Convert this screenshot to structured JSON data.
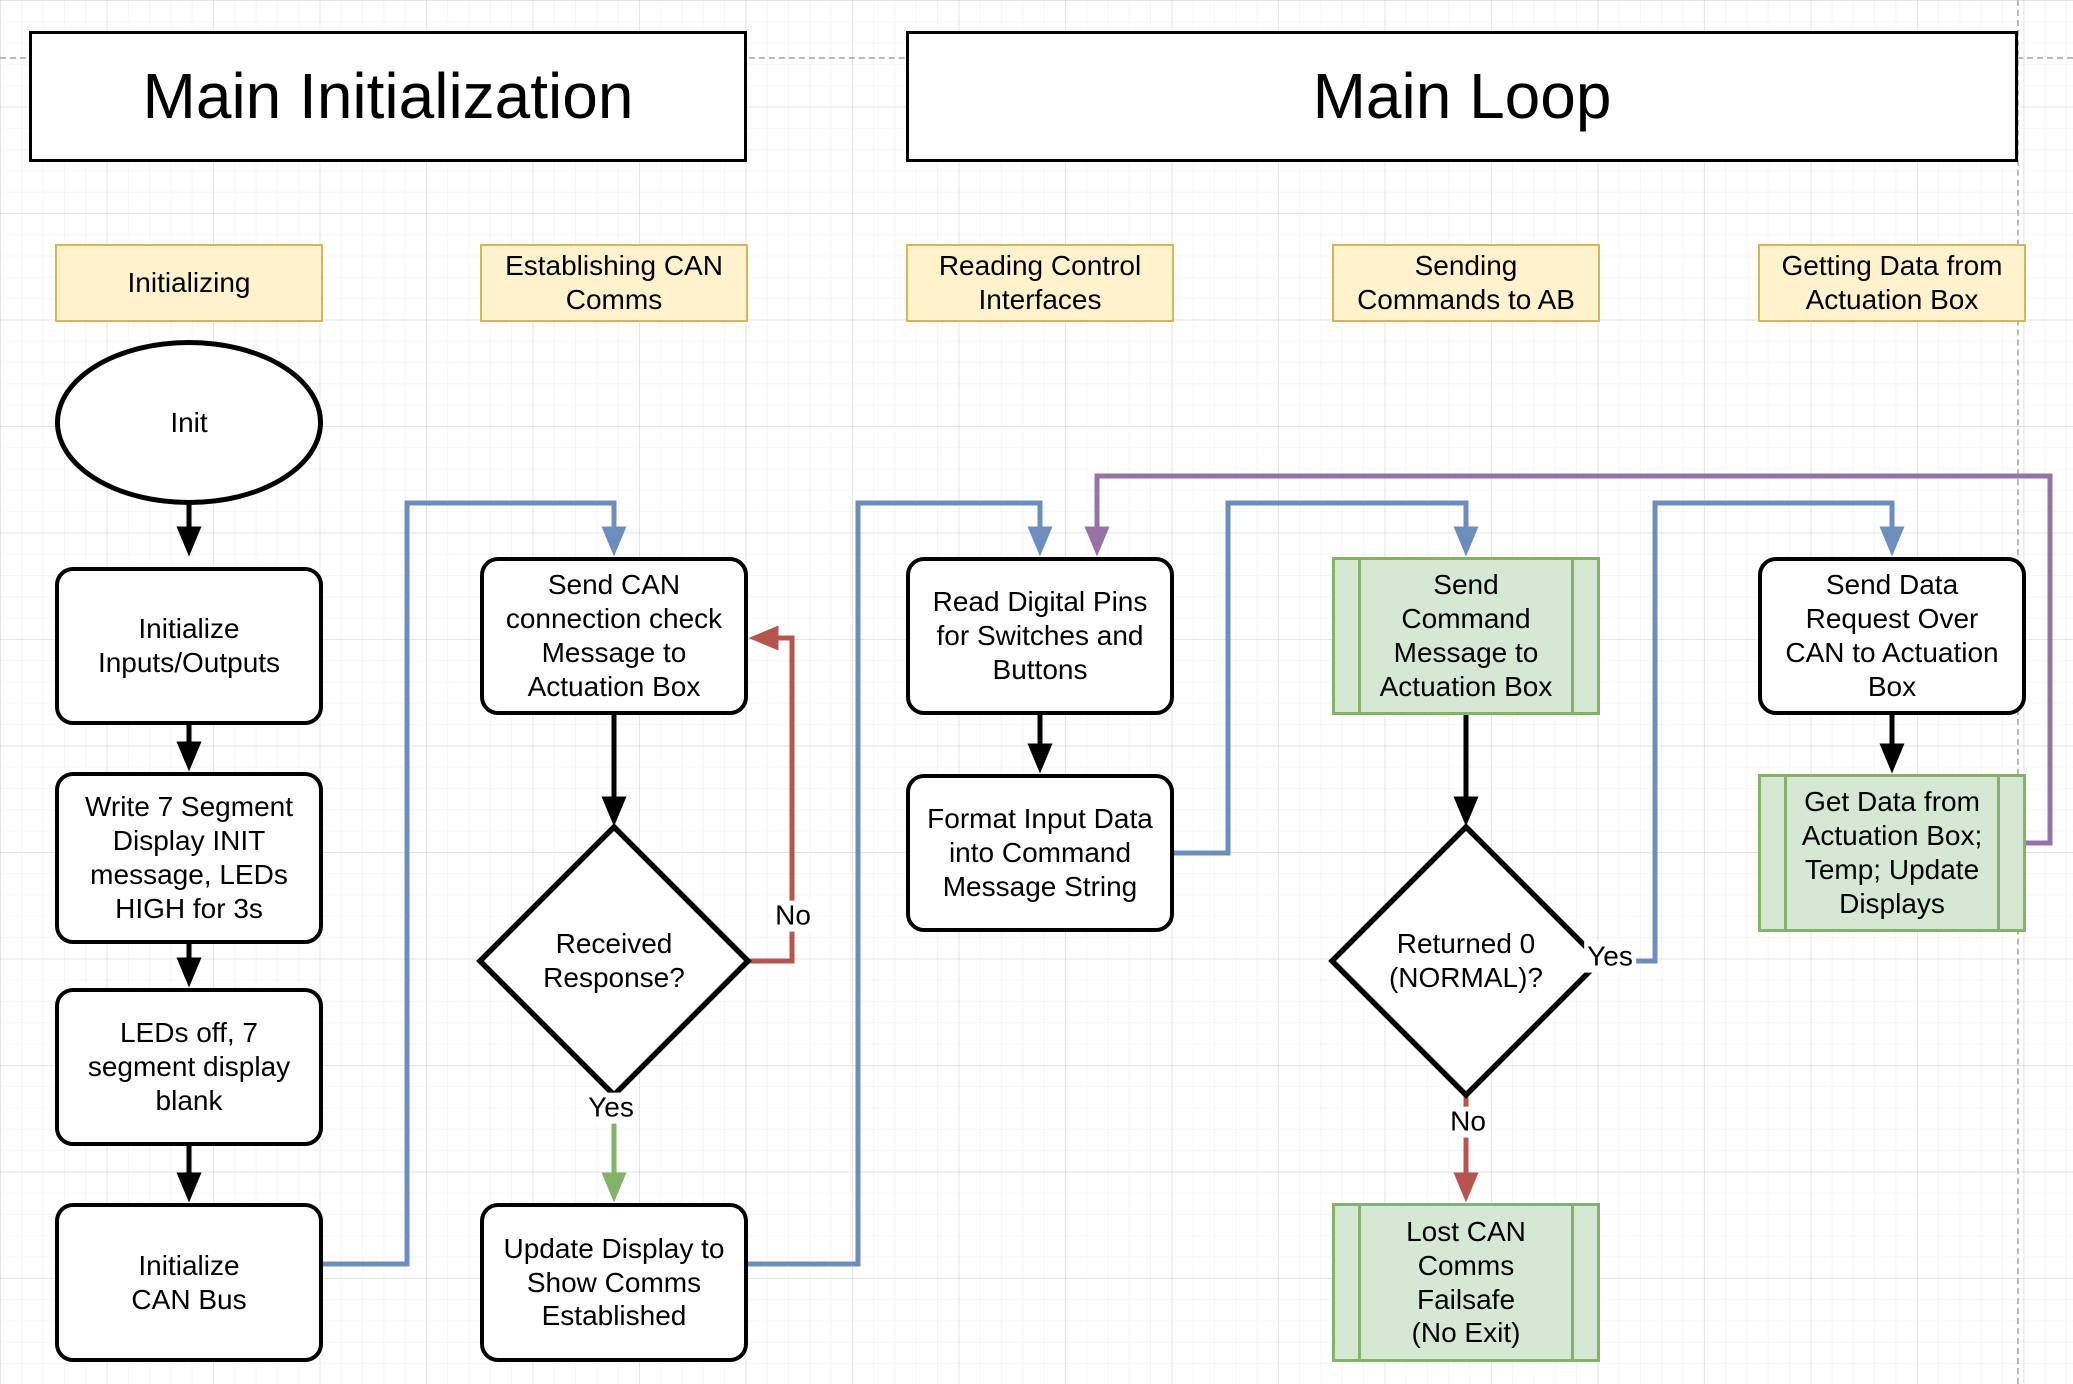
{
  "titles": {
    "main_initialization": "Main Initialization",
    "main_loop": "Main Loop"
  },
  "phase_labels": {
    "initializing": "Initializing",
    "establishing_can": "Establishing CAN\nComms",
    "reading_control": "Reading Control\nInterfaces",
    "sending_commands": "Sending\nCommands to AB",
    "getting_data": "Getting Data from\nActuation Box"
  },
  "nodes": {
    "init": "Init",
    "init_io": "Initialize\nInputs/Outputs",
    "write_7seg": "Write 7 Segment\nDisplay INIT\nmessage, LEDs\nHIGH for 3s",
    "leds_off": "LEDs off, 7\nsegment display\nblank",
    "init_can_bus": "Initialize\nCAN Bus",
    "send_can_check": "Send CAN\nconnection check\nMessage to\nActuation Box",
    "received_response": "Received\nResponse?",
    "update_display": "Update Display to\nShow Comms\nEstablished",
    "read_pins": "Read Digital Pins\nfor Switches and\nButtons",
    "format_input": "Format Input Data\ninto Command\nMessage String",
    "send_command": "Send\nCommand\nMessage to\nActuation Box",
    "returned_0": "Returned 0\n(NORMAL)?",
    "lost_can_failsafe": "Lost CAN\nComms\nFailsafe\n(No Exit)",
    "send_data_request": "Send Data\nRequest Over\nCAN to Actuation\nBox",
    "get_data": "Get Data from\nActuation Box;\nTemp; Update\nDisplays"
  },
  "edge_labels": {
    "received_no": "No",
    "received_yes": "Yes",
    "returned_yes": "Yes",
    "returned_no": "No"
  },
  "colors": {
    "yellow_fill": "#fff2cc",
    "yellow_border": "#d6b656",
    "green_fill": "#d5e8d4",
    "green_border": "#82b366",
    "edge_blue": "#6c8ebf",
    "edge_red": "#b85450",
    "edge_green": "#82b366",
    "edge_purple": "#9673a6",
    "shape_stroke": "#000000"
  }
}
